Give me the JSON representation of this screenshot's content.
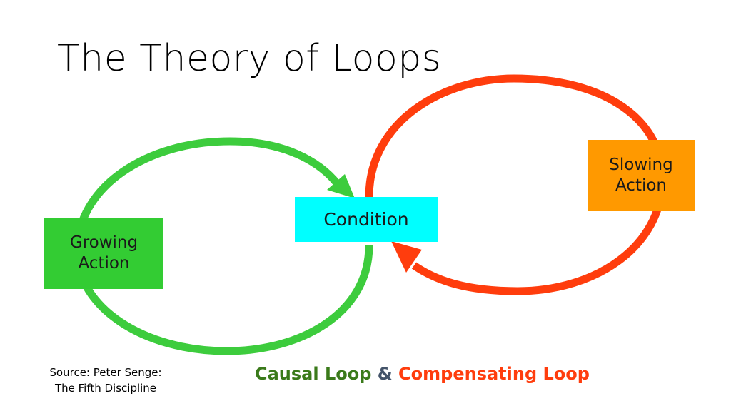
{
  "title": "The Theory of Loops",
  "nodes": {
    "growing": {
      "line1": "Growing",
      "line2": "Action"
    },
    "condition": {
      "label": "Condition"
    },
    "slowing": {
      "line1": "Slowing",
      "line2": "Action"
    }
  },
  "source": {
    "line1": "Source: Peter Senge:",
    "line2": "The Fifth Discipline"
  },
  "caption": {
    "part1": "Causal Loop",
    "joiner": " & ",
    "part2": "Compensating Loop"
  },
  "colors": {
    "green_loop": "#3DCC3D",
    "red_loop": "#FF3D0D",
    "growing_box": "#33CC33",
    "condition_box": "#00FFFF",
    "slowing_box": "#FF9900",
    "caption_green": "#3A7A1A",
    "caption_joiner": "#44546A",
    "caption_red": "#FF3D0D"
  },
  "icons": {
    "green_arrow": "arrowhead-icon",
    "red_arrow": "arrowhead-icon"
  }
}
